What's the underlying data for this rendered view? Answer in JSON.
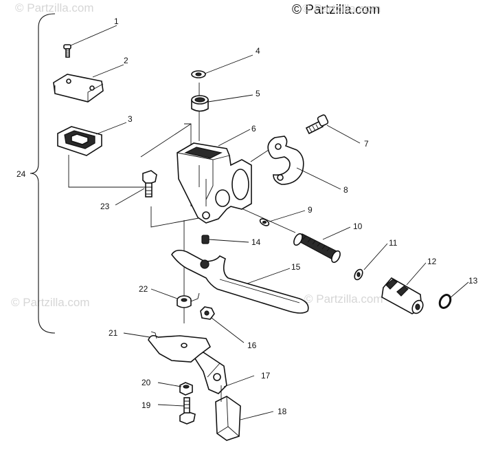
{
  "copyright": "© Partzilla.com",
  "watermarks": [
    "© Partzilla.com",
    "© Partzilla.com",
    "© Partzilla.com",
    "© Partzilla.com"
  ],
  "callouts": [
    "1",
    "2",
    "3",
    "4",
    "5",
    "6",
    "7",
    "8",
    "9",
    "10",
    "11",
    "12",
    "13",
    "14",
    "15",
    "16",
    "17",
    "18",
    "19",
    "20",
    "21",
    "22",
    "23",
    "24"
  ]
}
